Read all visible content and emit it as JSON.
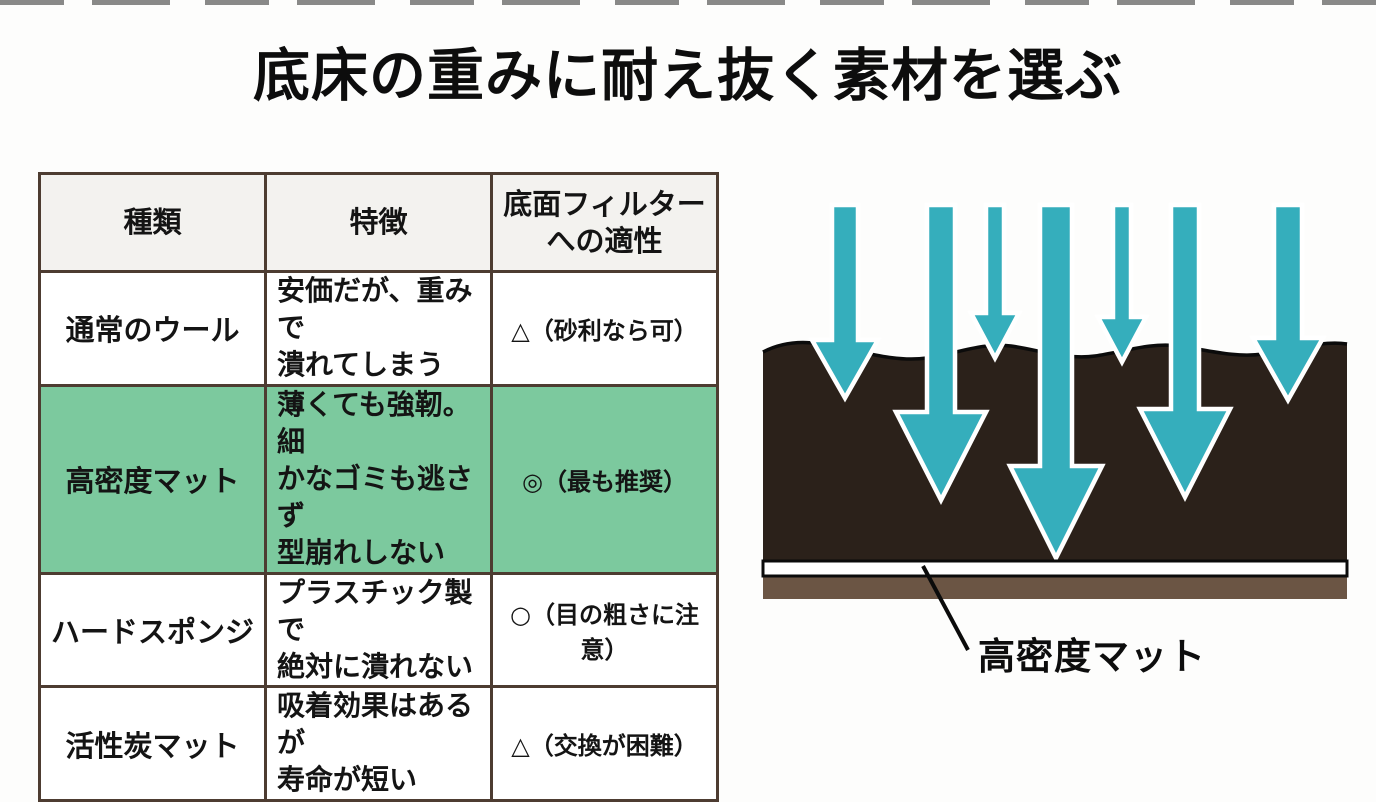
{
  "title": "底床の重みに耐え抜く素材を選ぶ",
  "table": {
    "headers": [
      "種類",
      "特徴",
      "底面フィルター\nへの適性"
    ],
    "rows": [
      {
        "type": "通常のウール",
        "feature": "安価だが、重みで\n潰れてしまう",
        "suitability": "△（砂利なら可）",
        "highlight": false
      },
      {
        "type": "高密度マット",
        "feature": "薄くても強靭。細\nかなゴミも逃さず\n型崩れしない",
        "suitability": "◎（最も推奨）",
        "highlight": true
      },
      {
        "type": "ハードスポンジ",
        "feature": "プラスチック製で\n絶対に潰れない",
        "suitability": "○（目の粗さに注意）",
        "highlight": false
      },
      {
        "type": "活性炭マット",
        "feature": "吸着効果はあるが\n寿命が短い",
        "suitability": "△（交換が困難）",
        "highlight": false
      }
    ]
  },
  "illustration": {
    "label": "高密度マット",
    "arrow_count": 7
  },
  "colors": {
    "highlight_green": "#7CC99E",
    "table_border": "#4D3C31",
    "header_bg": "#F3F2EF",
    "arrow_teal": "#35AEBC",
    "substrate_dark": "#2B211A",
    "base_brown": "#6B5544",
    "mat_white": "#FFFFFF",
    "title_black": "#0D0D0D"
  }
}
